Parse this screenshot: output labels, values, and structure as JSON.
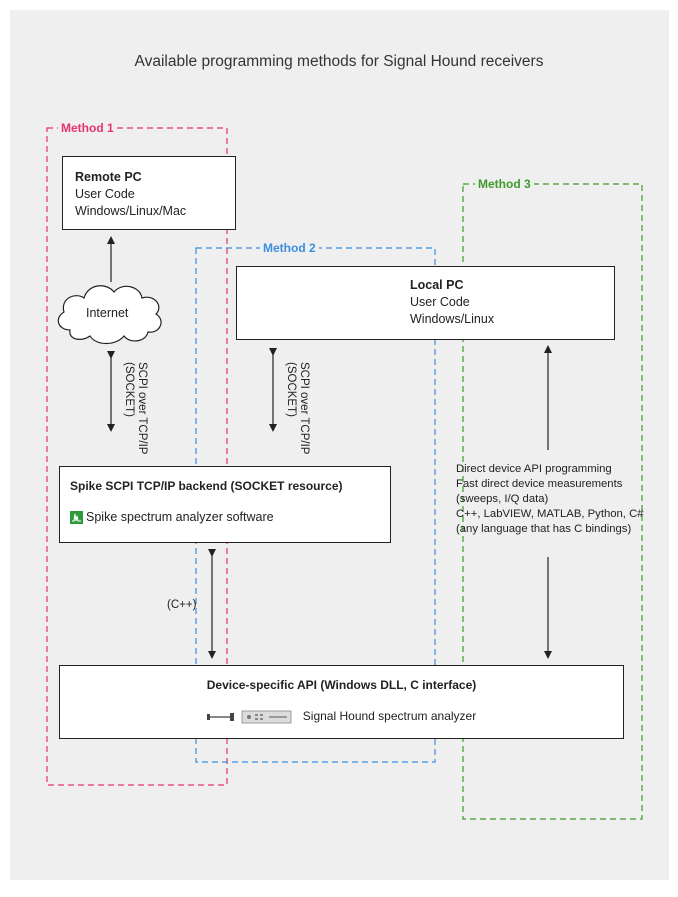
{
  "title": "Available programming methods for Signal Hound receivers",
  "methods": [
    {
      "label": "Method 1",
      "color": "#e8336c"
    },
    {
      "label": "Method 2",
      "color": "#3b8fe0"
    },
    {
      "label": "Method 3",
      "color": "#3e9a2c"
    }
  ],
  "remote_pc": {
    "title": "Remote PC",
    "line1": "User Code",
    "line2": "Windows/Linux/Mac"
  },
  "internet": "Internet",
  "local_pc": {
    "title": "Local PC",
    "line1": "User Code",
    "line2": "Windows/Linux"
  },
  "scpi_label": {
    "line1": "SCPI over TCP/IP",
    "line2": "(SOCKET)"
  },
  "spike_box": {
    "title": "Spike SCPI TCP/IP backend (SOCKET resource)",
    "software": "Spike spectrum analyzer software"
  },
  "cpp_label": "(C++)",
  "direct_api": {
    "lines": [
      "Direct device API programming",
      "Fast direct device measurements",
      "(sweeps, I/Q data)",
      "C++, LabVIEW, MATLAB, Python, C#",
      "(any language that has C bindings)"
    ]
  },
  "device_api": {
    "title": "Device-specific API (Windows DLL, C interface)",
    "device": "Signal Hound spectrum analyzer"
  },
  "icons": [
    "spike-logo-icon",
    "device-hardware-icon"
  ]
}
